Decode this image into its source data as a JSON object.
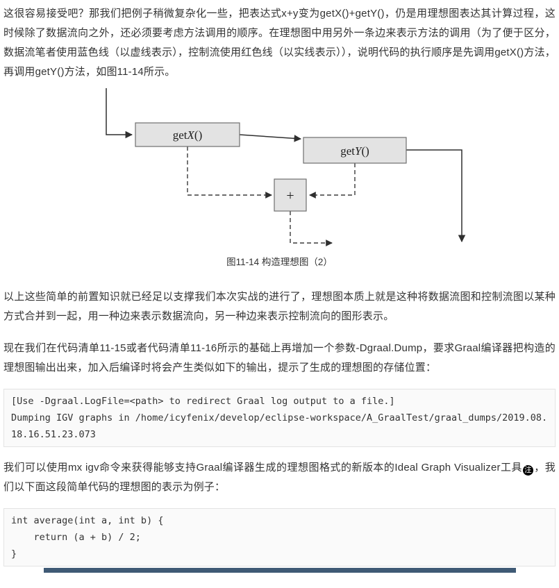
{
  "paragraph1": "这很容易接受吧？那我们把例子稍微复杂化一些，把表达式x+y变为getX()+getY()，仍是用理想图表达其计算过程，这时候除了数据流向之外，还必须要考虑方法调用的顺序。在理想图中用另外一条边来表示方法的调用（为了便于区分，数据流笔者使用蓝色线（以虚线表示），控制流使用红色线（以实线表示）），说明代码的执行顺序是先调用getX()方法，再调用getY()方法，如图11-14所示。",
  "figure": {
    "caption": "图11-14 构造理想图（2）",
    "nodes": {
      "getx": {
        "prefix": "get",
        "var": "X",
        "suffix": "()"
      },
      "gety": {
        "prefix": "get",
        "var": "Y",
        "suffix": "()"
      },
      "plus": "+"
    }
  },
  "paragraph2": "以上这些简单的前置知识就已经足以支撑我们本次实战的进行了，理想图本质上就是这种将数据流图和控制流图以某种方式合并到一起，用一种边来表示数据流向，另一种边来表示控制流向的图形表示。",
  "paragraph3": "现在我们在代码清单11-15或者代码清单11-16所示的基础上再增加一个参数-Dgraal.Dump，要求Graal编译器把构造的理想图输出出来，加入后编译时将会产生类似如下的输出，提示了生成的理想图的存储位置：",
  "console": {
    "lines": [
      "[Use -Dgraal.LogFile=<path> to redirect Graal log output to a file.]",
      "Dumping IGV graphs in /home/icyfenix/develop/eclipse-workspace/A_GraalTest/graal_dumps/2019.08.18.16.51.23.073"
    ]
  },
  "paragraph4": {
    "before_note": "我们可以使用mx igv命令来获得能够支持Graal编译器生成的理想图格式的新版本的Ideal Graph Visualizer工具",
    "note": "注",
    "after_note": "，我们以下面这段简单代码的理想图的表示为例子："
  },
  "code": {
    "lines": [
      "int average(int a, int b) {",
      "    return (a + b) / 2;",
      "}"
    ]
  },
  "colors": {
    "bottom_bar": "#3f5a75",
    "node_fill": "#e3e3e3",
    "code_block_bg": "#fafafa"
  }
}
